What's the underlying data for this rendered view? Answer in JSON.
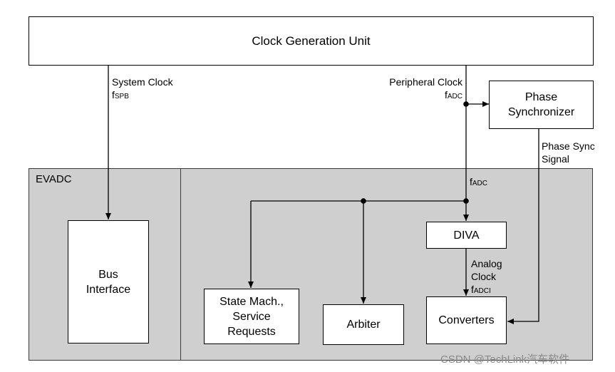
{
  "cgu": {
    "label": "Clock Generation Unit"
  },
  "system_clock": {
    "label": "System Clock",
    "freq_main": "f",
    "freq_sub": "SPB"
  },
  "peripheral_clock": {
    "label": "Peripheral Clock",
    "freq_main": "f",
    "freq_sub": "ADC"
  },
  "phase_sync": {
    "line1": "Phase",
    "line2": "Synchronizer"
  },
  "phase_sync_signal": {
    "line1": "Phase Sync",
    "line2": "Signal"
  },
  "evadc": {
    "label": "EVADC"
  },
  "fadc_inner": {
    "main": "f",
    "sub": "ADC"
  },
  "bus_interface": {
    "line1": "Bus",
    "line2": "Interface"
  },
  "diva": {
    "label": "DIVA"
  },
  "analog_clock": {
    "line1": "Analog",
    "line2": "Clock",
    "freq_main": "f",
    "freq_sub": "ADCI"
  },
  "state_machine": {
    "line1": "State Mach.,",
    "line2": "Service",
    "line3": "Requests"
  },
  "arbiter": {
    "label": "Arbiter"
  },
  "converters": {
    "label": "Converters"
  },
  "watermark": "CSDN @TechLink汽车软件"
}
